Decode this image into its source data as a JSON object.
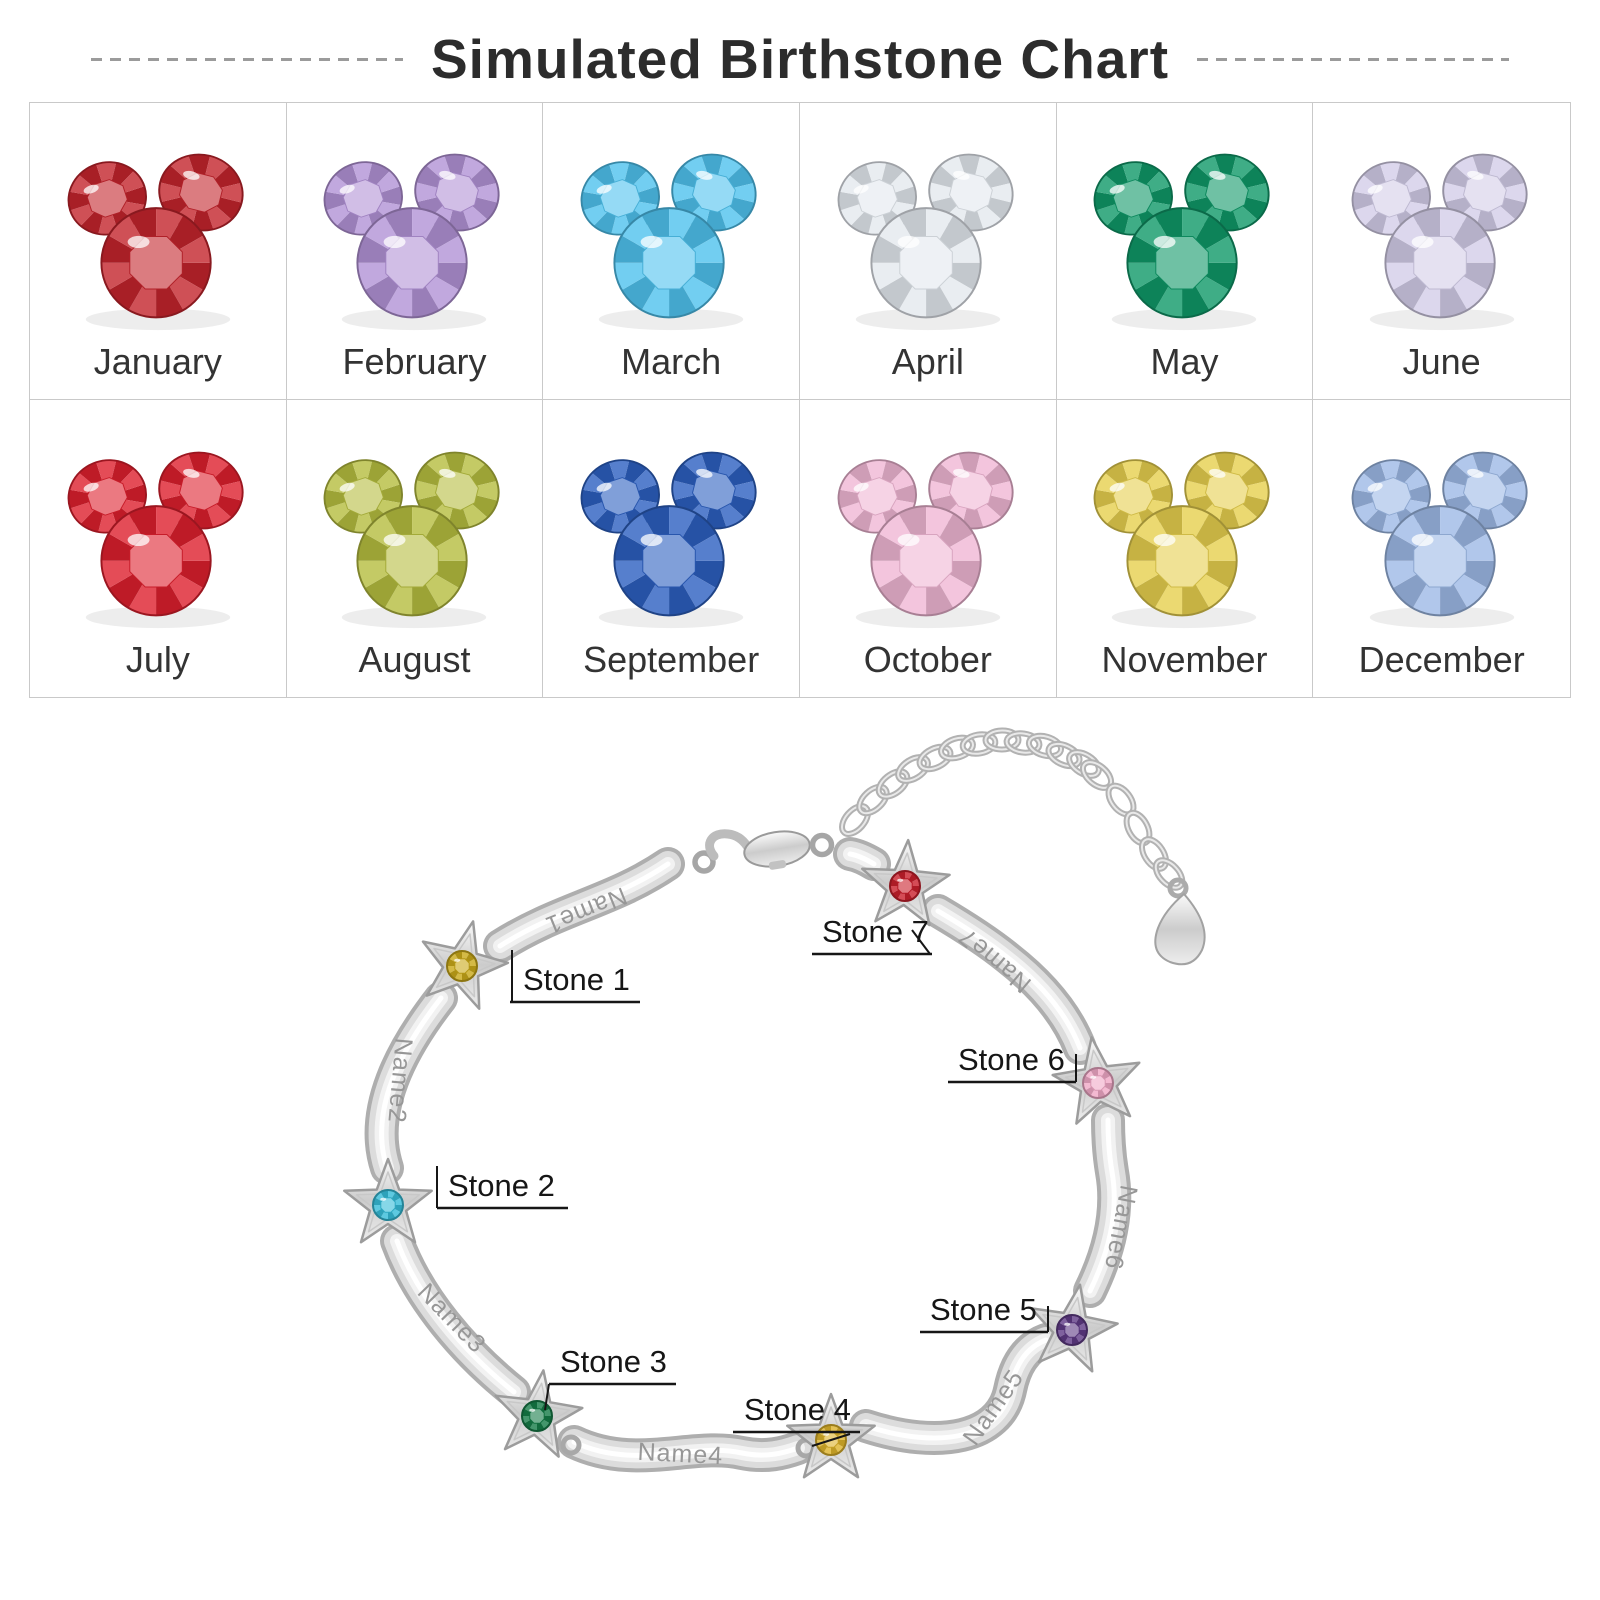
{
  "title": "Simulated Birthstone Chart",
  "chart": {
    "months": [
      {
        "label": "January",
        "color": "#c3242c"
      },
      {
        "label": "February",
        "color": "#b292d6"
      },
      {
        "label": "March",
        "color": "#4fc2ee"
      },
      {
        "label": "April",
        "color": "#e3e8ee"
      },
      {
        "label": "May",
        "color": "#0f9868"
      },
      {
        "label": "June",
        "color": "#d3cde8"
      },
      {
        "label": "July",
        "color": "#dd1f2d"
      },
      {
        "label": "August",
        "color": "#b5bd3f"
      },
      {
        "label": "September",
        "color": "#2c5fc0"
      },
      {
        "label": "October",
        "color": "#f0b6d4"
      },
      {
        "label": "November",
        "color": "#e6cf4e"
      },
      {
        "label": "December",
        "color": "#9db9e6"
      }
    ]
  },
  "bracelet": {
    "stones": [
      {
        "label": "Stone 1",
        "color": "#c9a918"
      },
      {
        "label": "Stone 2",
        "color": "#35bcd8"
      },
      {
        "label": "Stone 3",
        "color": "#157c47"
      },
      {
        "label": "Stone 4",
        "color": "#ddb32a"
      },
      {
        "label": "Stone 5",
        "color": "#5f3a86"
      },
      {
        "label": "Stone 6",
        "color": "#f0a8c6"
      },
      {
        "label": "Stone 7",
        "color": "#c91f2c"
      }
    ],
    "names": [
      "Name1",
      "Name2",
      "Name3",
      "Name4",
      "Name5",
      "Name6",
      "Name7"
    ],
    "metal_color": "#d9d9d9"
  }
}
